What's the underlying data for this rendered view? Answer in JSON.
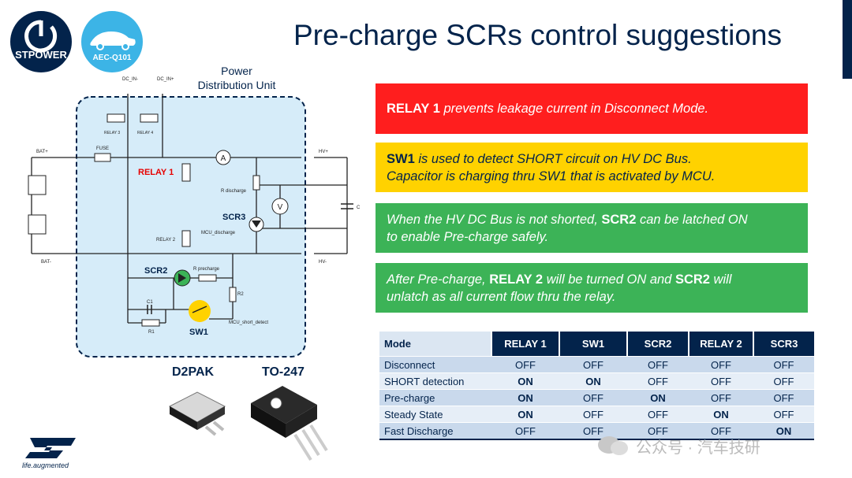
{
  "title": "Pre-charge SCRs control suggestions",
  "logos": {
    "stpower": "STPOWER",
    "aec": "AEC-Q101"
  },
  "diagram": {
    "pdu_title_line1": "Power",
    "pdu_title_line2": "Distribution Unit",
    "dc_in_minus": "DC_IN-",
    "dc_in_plus": "DC_IN+",
    "relay3": "RELAY 3",
    "relay4": "RELAY 4",
    "bat_plus": "BAT+",
    "bat_minus": "BAT-",
    "fuse": "FUSE",
    "relay1": "RELAY 1",
    "ammeter": "A",
    "voltmeter": "V",
    "r_discharge": "R discharge",
    "scr3": "SCR3",
    "mcu_discharge": "MCU_discharge",
    "relay2": "RELAY 2",
    "hv_plus": "HV+",
    "hv_minus": "HV-",
    "c": "C",
    "scr2": "SCR2",
    "r_precharge": "R precharge",
    "r2": "R2",
    "c1": "C1",
    "r1": "R1",
    "sw1": "SW1",
    "mcu_short_detect": "MCU_short_detect"
  },
  "packages": {
    "d2pak": "D2PAK",
    "to247": "TO-247"
  },
  "boxes": {
    "red_b": "RELAY 1",
    "red_t": " prevents leakage current in Disconnect Mode.",
    "yellow_b": "SW1",
    "yellow_t1": " is used to detect SHORT circuit on HV DC Bus.",
    "yellow_t2": "Capacitor is charging thru SW1 that is activated by MCU.",
    "green1_t1": "When the HV DC Bus is not shorted, ",
    "green1_b": "SCR2",
    "green1_t2": " can be latched ON",
    "green1_t3": "to enable Pre-charge safely.",
    "green2_t1": "After Pre-charge, ",
    "green2_b1": "RELAY 2",
    "green2_t2": " will be turned ON and ",
    "green2_b2": "SCR2",
    "green2_t3": " will",
    "green2_t4": "unlatch as all current flow thru the relay."
  },
  "table": {
    "mode_header": "Mode",
    "headers": [
      "RELAY 1",
      "SW1",
      "SCR2",
      "RELAY 2",
      "SCR3"
    ],
    "rows": [
      {
        "mode": "Disconnect",
        "values": [
          "OFF",
          "OFF",
          "OFF",
          "OFF",
          "OFF"
        ]
      },
      {
        "mode": "SHORT detection",
        "values": [
          "ON",
          "ON",
          "OFF",
          "OFF",
          "OFF"
        ]
      },
      {
        "mode": "Pre-charge",
        "values": [
          "ON",
          "OFF",
          "ON",
          "OFF",
          "OFF"
        ]
      },
      {
        "mode": "Steady State",
        "values": [
          "ON",
          "OFF",
          "OFF",
          "ON",
          "OFF"
        ]
      },
      {
        "mode": "Fast Discharge",
        "values": [
          "OFF",
          "OFF",
          "OFF",
          "OFF",
          "ON"
        ]
      }
    ]
  },
  "footer": {
    "brand_tag": "life.augmented",
    "watermark": "公众号 · 汽车技研"
  },
  "colors": {
    "navy": "#03234b",
    "red": "#ff1e1e",
    "yellow": "#ffd200",
    "green": "#3cb357",
    "light_blue": "#d6ecf9"
  }
}
